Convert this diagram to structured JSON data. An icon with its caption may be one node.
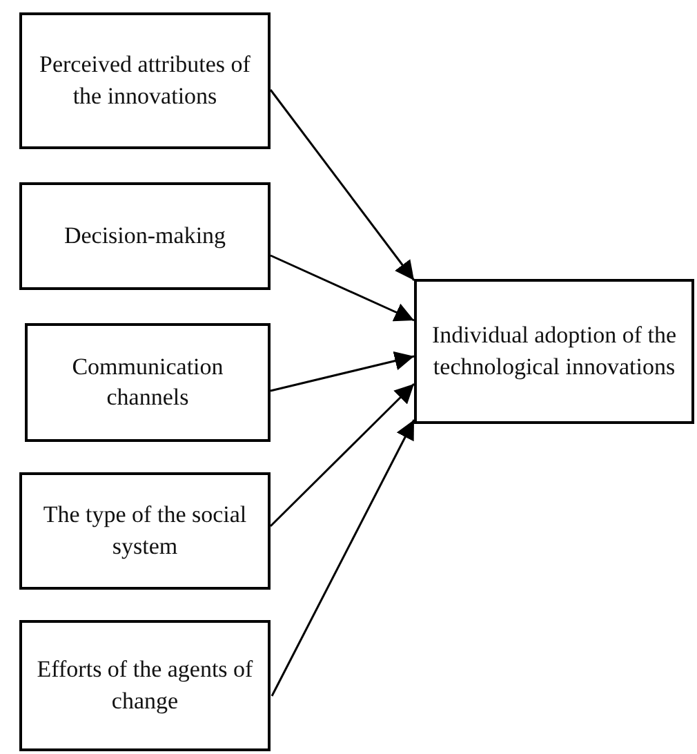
{
  "diagram": {
    "nodes": [
      {
        "text": [
          "Perceived attributes of the innovations"
        ]
      },
      {
        "text": [
          "Decision-making"
        ]
      },
      {
        "text": [
          "Communication channels"
        ]
      },
      {
        "text": [
          "The type of the social system"
        ]
      },
      {
        "text": [
          "Efforts of the agents of change"
        ]
      },
      {
        "text": [
          "Individual adoption of the technological innovations"
        ]
      }
    ],
    "edges": [
      {
        "from": 0,
        "to": 5,
        "arrow": "to"
      },
      {
        "from": 1,
        "to": 5,
        "arrow": "to"
      },
      {
        "from": 2,
        "to": 5,
        "arrow": "to"
      },
      {
        "from": 3,
        "to": 5,
        "arrow": "to"
      },
      {
        "from": 4,
        "to": 5,
        "arrow": "to"
      }
    ]
  }
}
